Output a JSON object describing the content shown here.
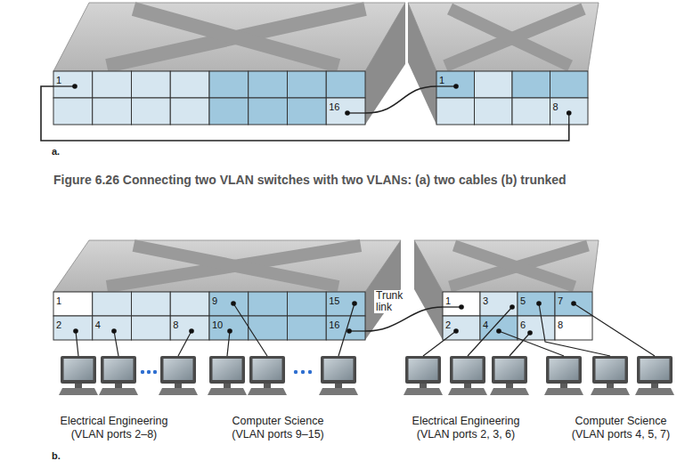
{
  "diagram": {
    "caption": "Figure 6.26 Connecting two VLAN switches with two VLANs: (a) two cables (b) trunked",
    "nodes": [
      {
        "text": [
          "1"
        ]
      },
      {
        "text": [
          "16"
        ]
      },
      {
        "text": [
          "1"
        ]
      },
      {
        "text": [
          "8"
        ]
      },
      {
        "text": [
          "1"
        ]
      },
      {
        "text": [
          "2"
        ]
      },
      {
        "text": [
          "4"
        ]
      },
      {
        "text": [
          "8"
        ]
      },
      {
        "text": [
          "9"
        ]
      },
      {
        "text": [
          "10"
        ]
      },
      {
        "text": [
          "15"
        ]
      },
      {
        "text": [
          "16"
        ]
      },
      {
        "text": [
          "1"
        ]
      },
      {
        "text": [
          "2"
        ]
      },
      {
        "text": [
          "3"
        ]
      },
      {
        "text": [
          "4"
        ]
      },
      {
        "text": [
          "5"
        ]
      },
      {
        "text": [
          "6"
        ]
      },
      {
        "text": [
          "7"
        ]
      },
      {
        "text": [
          "8"
        ]
      }
    ],
    "edges": [
      {
        "from": 1,
        "to": 2,
        "arrow": "none"
      },
      {
        "from": 0,
        "to": 3,
        "arrow": "none"
      },
      {
        "from": 11,
        "to": 12,
        "label": "Trunk link",
        "arrow": "none"
      }
    ],
    "labels": [
      "a.",
      "Electrical Engineering (VLAN ports 2–8)",
      "Computer Science (VLAN ports 9–15)",
      "Electrical Engineering (VLAN ports 2, 3, 6)",
      "Computer Science (VLAN ports 4, 5, 7)",
      "b."
    ]
  }
}
